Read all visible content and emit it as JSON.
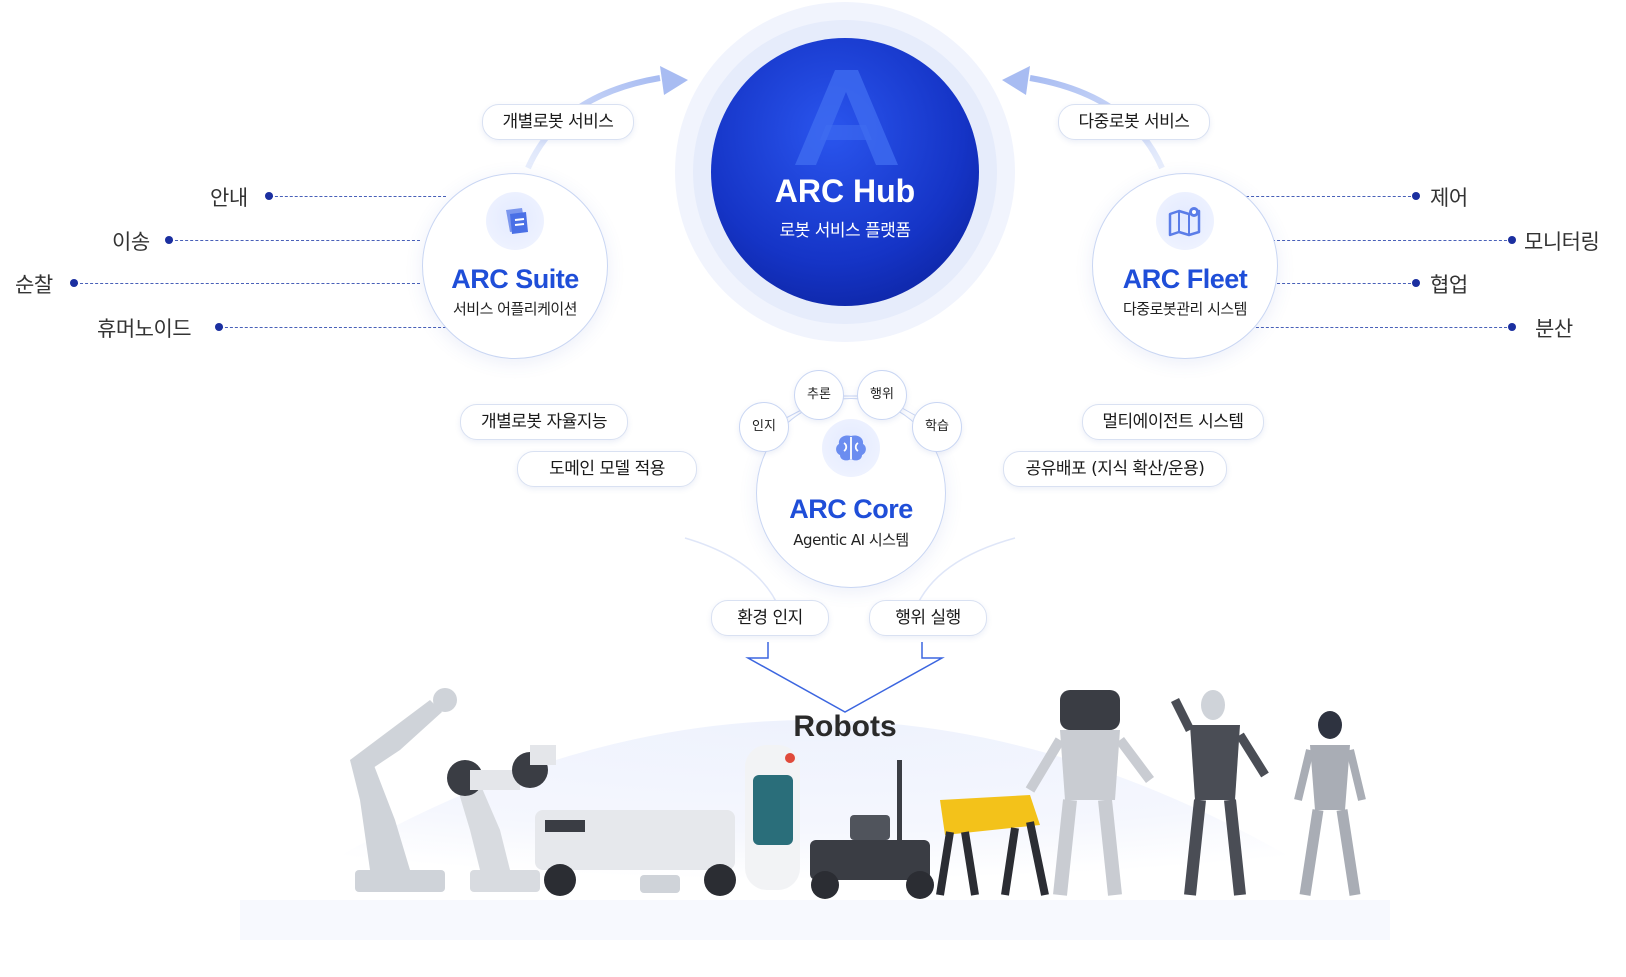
{
  "hub": {
    "title": "ARC Hub",
    "subtitle": "로봇 서비스 플랫폼"
  },
  "suite": {
    "title": "ARC Suite",
    "subtitle": "서비스 어플리케이션",
    "icon": "document-icon"
  },
  "fleet": {
    "title": "ARC Fleet",
    "subtitle": "다중로봇관리 시스템",
    "icon": "map-pin-icon"
  },
  "core": {
    "title": "ARC Core",
    "subtitle": "Agentic AI 시스템",
    "icon": "brain-icon",
    "bubbles": [
      "인지",
      "추론",
      "행위",
      "학습"
    ]
  },
  "pills": {
    "individual_service": "개별로봇 서비스",
    "multi_service": "다중로봇 서비스",
    "individual_autonomy": "개별로봇 자율지능",
    "domain_model": "도메인 모델 적용",
    "multi_agent": "멀티에이전트 시스템",
    "shared_deploy": "공유배포 (지식 확산/운용)",
    "env_perception": "환경 인지",
    "action_exec": "행위 실행"
  },
  "suite_items": [
    "안내",
    "이송",
    "순찰",
    "휴머노이드"
  ],
  "fleet_items": [
    "제어",
    "모니터링",
    "협업",
    "분산"
  ],
  "robots": {
    "title": "Robots"
  },
  "colors": {
    "accent": "#1f4ed8",
    "hub_dark": "#1633c9",
    "line": "#4860b8"
  }
}
